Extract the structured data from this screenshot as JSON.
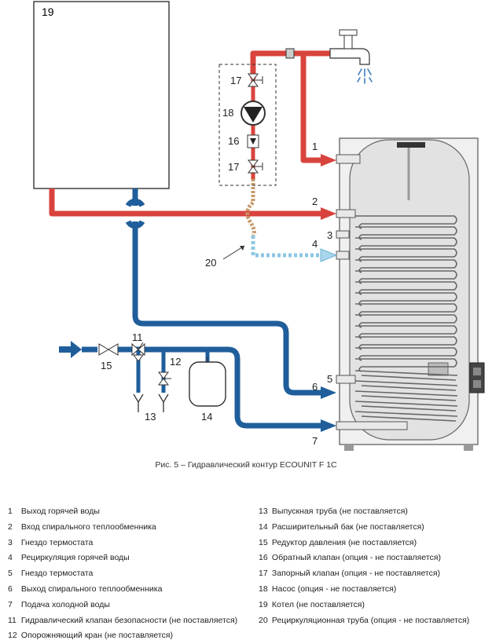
{
  "diagram": {
    "callouts": {
      "n1": "1",
      "n2": "2",
      "n3": "3",
      "n4": "4",
      "n5": "5",
      "n6": "6",
      "n7": "7",
      "n11": "11",
      "n12": "12",
      "n13": "13",
      "n14": "14",
      "n15": "15",
      "n16": "16",
      "n17a": "17",
      "n17b": "17",
      "n18": "18",
      "n19": "19",
      "n20": "20"
    },
    "colors": {
      "hot": "#d9433d",
      "cold": "#1f5e9b",
      "recirc": "#a8d6ec",
      "copper": "#d4a373",
      "tank": "#e6e6e6",
      "boiler": "#ffffff"
    }
  },
  "caption": "Рис. 5 – Гидравлический контур ECOUNIT F 1C",
  "legend_left": [
    {
      "num": "1",
      "text": "Выход горячей воды"
    },
    {
      "num": "2",
      "text": "Вход спирального теплообменника"
    },
    {
      "num": "3",
      "text": "Гнездо термостата"
    },
    {
      "num": "4",
      "text": "Рециркуляция горячей воды"
    },
    {
      "num": "5",
      "text": "Гнездо термостата"
    },
    {
      "num": "6",
      "text": "Выход спирального теплообменника"
    },
    {
      "num": "7",
      "text": "Подача холодной воды"
    },
    {
      "num": "11",
      "text": "Гидравлический клапан безопасности (не поставляется)"
    },
    {
      "num": "12",
      "text": "Опорожняющий кран (не поставляется)"
    }
  ],
  "legend_right": [
    {
      "num": "13",
      "text": "Выпускная труба (не поставляется)"
    },
    {
      "num": "14",
      "text": "Расширительный бак (не поставляется)"
    },
    {
      "num": "15",
      "text": "Редуктор давления (не поставляется)"
    },
    {
      "num": "16",
      "text": "Обратный клапан (опция - не поставляется)"
    },
    {
      "num": "17",
      "text": "Запорный клапан (опция - не поставляется)"
    },
    {
      "num": "18",
      "text": "Насос (опция - не поставляется)"
    },
    {
      "num": "19",
      "text": "Котел (не поставляется)"
    },
    {
      "num": "20",
      "text": "Рециркуляционная труба (опция - не поставляется)"
    }
  ]
}
